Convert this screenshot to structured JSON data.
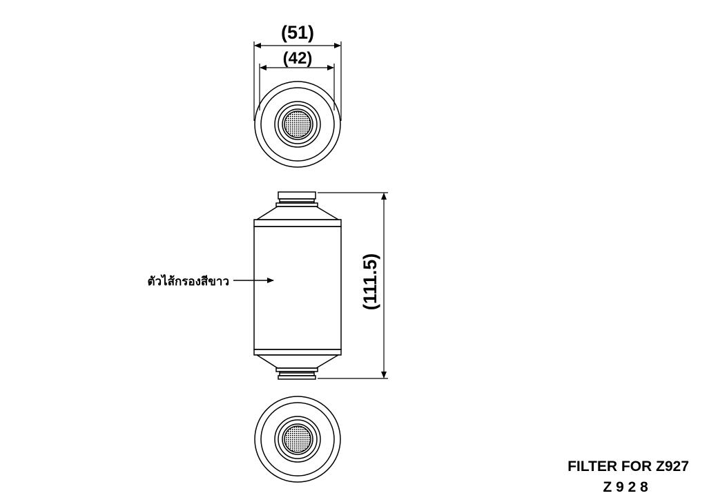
{
  "dimensions": {
    "outer_diameter": "(51)",
    "inner_diameter": "(42)",
    "length": "(111.5)"
  },
  "callout": {
    "label": "ตัวไส้กรองสีขาว"
  },
  "title_block": {
    "line1": "FILTER FOR Z927",
    "line2": "Z 9 2 8"
  },
  "colors": {
    "line": "#000000",
    "background": "#ffffff"
  }
}
